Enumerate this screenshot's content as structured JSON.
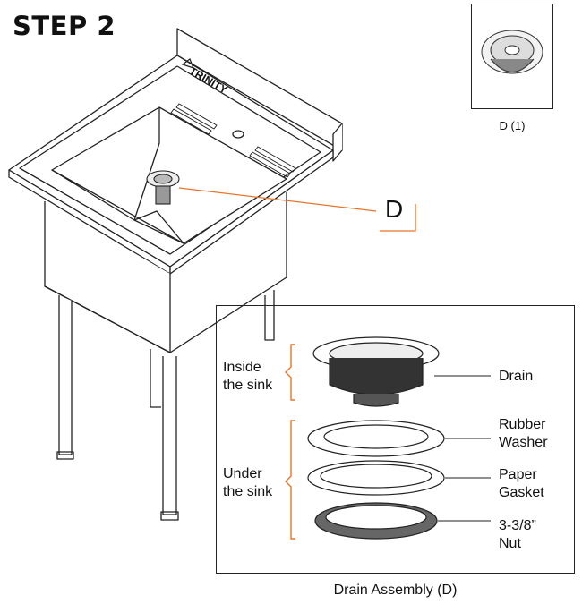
{
  "step_title": "STEP 2",
  "brand_logo_text": "TRINITY",
  "callout": {
    "letter": "D"
  },
  "thumbnail": {
    "caption": "D (1)"
  },
  "detail": {
    "caption": "Drain Assembly (D)",
    "group_inside": {
      "line1": "Inside",
      "line2": "the sink"
    },
    "group_under": {
      "line1": "Under",
      "line2": "the sink"
    },
    "parts": [
      {
        "line1": "Drain",
        "line2": ""
      },
      {
        "line1": "Rubber",
        "line2": "Washer"
      },
      {
        "line1": "Paper",
        "line2": "Gasket"
      },
      {
        "line1": "3-3/8”",
        "line2": "Nut"
      }
    ]
  },
  "colors": {
    "callout_orange": "#e8742a",
    "line": "#222222"
  }
}
